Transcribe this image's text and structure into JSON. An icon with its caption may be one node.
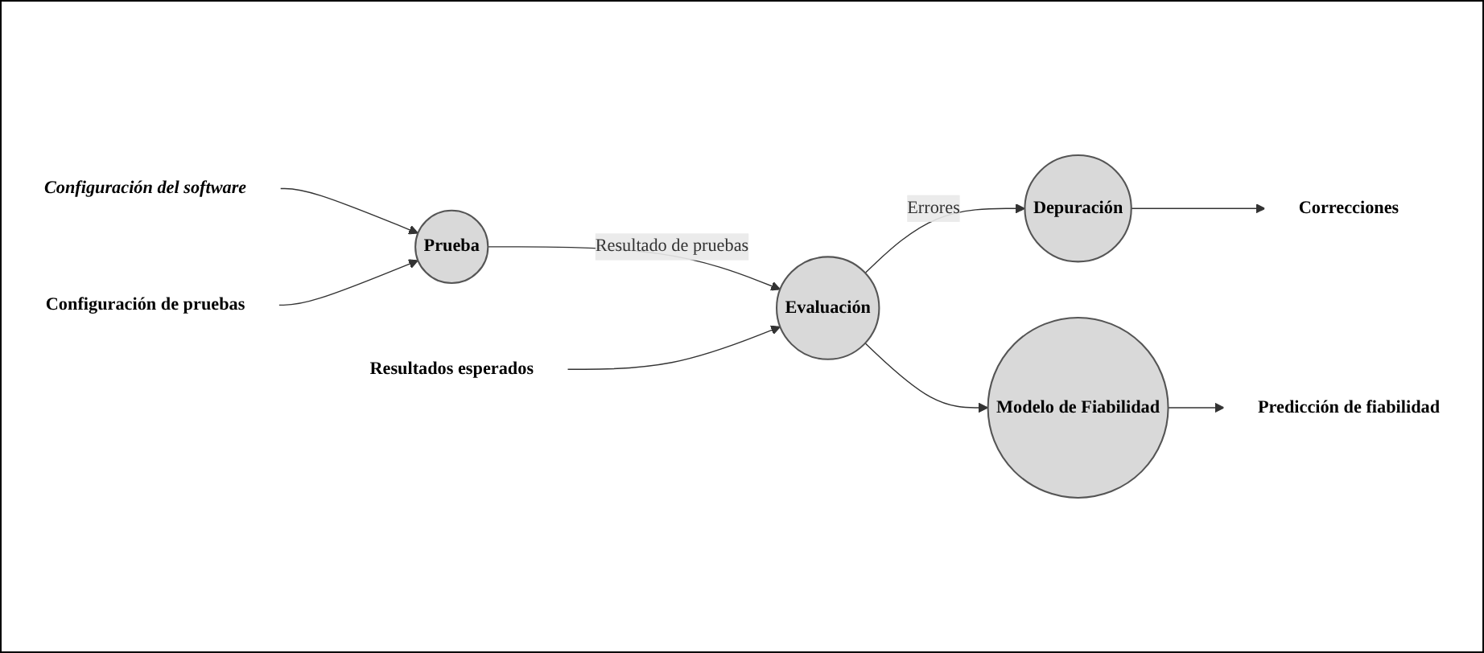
{
  "diagram": {
    "nodes": [
      {
        "text": [
          "Configuración del software"
        ]
      },
      {
        "text": [
          "Prueba"
        ]
      },
      {
        "text": [
          "Evaluación"
        ]
      },
      {
        "text": [
          "Depuración"
        ]
      },
      {
        "text": [
          "Correcciones"
        ]
      },
      {
        "text": [
          "Configuración de pruebas"
        ]
      },
      {
        "text": [
          "Resultados esperados"
        ]
      },
      {
        "text": [
          "Modelo de Fiabilidad"
        ]
      },
      {
        "text": [
          "Predicción de fiabilidad"
        ]
      }
    ],
    "edges": [
      {
        "from": 0,
        "to": 1,
        "arrow": "to"
      },
      {
        "from": 5,
        "to": 1,
        "arrow": "to"
      },
      {
        "from": 1,
        "to": 2,
        "arrow": "to",
        "label": "Resultado de pruebas"
      },
      {
        "from": 6,
        "to": 2,
        "arrow": "to"
      },
      {
        "from": 2,
        "to": 3,
        "arrow": "to",
        "label": "Errores"
      },
      {
        "from": 3,
        "to": 4,
        "arrow": "to"
      },
      {
        "from": 2,
        "to": 7,
        "arrow": "to"
      },
      {
        "from": 7,
        "to": 8,
        "arrow": "to"
      }
    ]
  }
}
